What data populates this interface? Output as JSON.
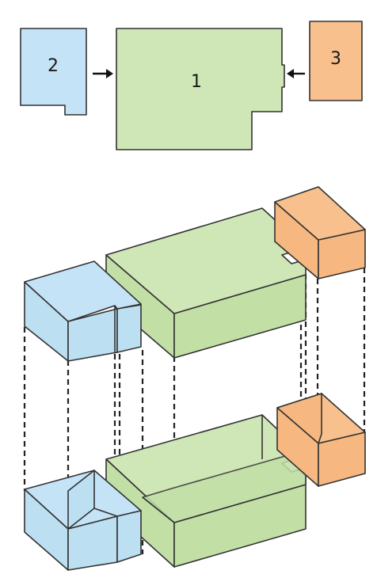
{
  "plan": {
    "pieces": [
      {
        "id": "piece-1",
        "label": "1",
        "color": "#cfe6b6"
      },
      {
        "id": "piece-2",
        "label": "2",
        "color": "#c5e3f6"
      },
      {
        "id": "piece-3",
        "label": "3",
        "color": "#f7c08c"
      }
    ]
  },
  "colors": {
    "green_top": "#cfe6b6",
    "green_side": "#c2dfa6",
    "blue_top": "#c5e3f6",
    "blue_side": "#bcdff2",
    "orange_top": "#f7c08c",
    "orange_side": "#f6b880",
    "outline": "#333333"
  }
}
